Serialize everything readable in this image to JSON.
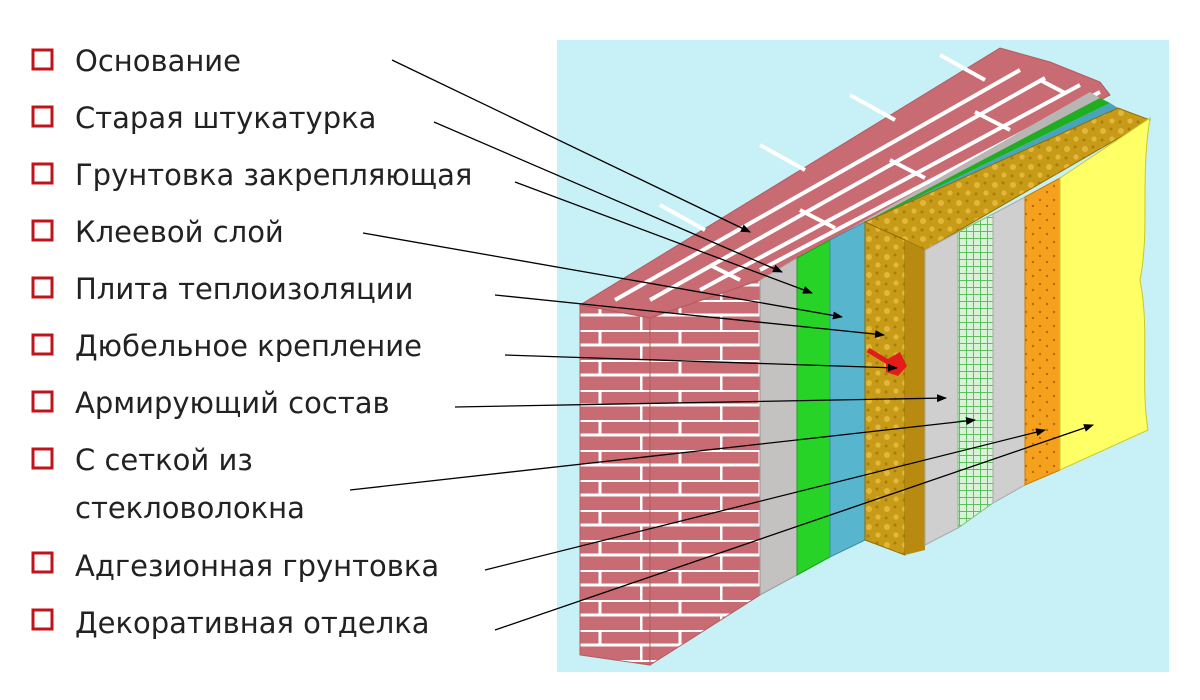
{
  "legend": {
    "items": [
      {
        "lines": [
          "Основание"
        ]
      },
      {
        "lines": [
          "Старая штукатурка"
        ]
      },
      {
        "lines": [
          "Грунтовка закрепляющая"
        ]
      },
      {
        "lines": [
          "Клеевой слой"
        ]
      },
      {
        "lines": [
          "Плита теплоизоляции"
        ]
      },
      {
        "lines": [
          "Дюбельное крепление"
        ]
      },
      {
        "lines": [
          "Армирующий состав"
        ]
      },
      {
        "lines": [
          "С сеткой из",
          "стекловолокна"
        ]
      },
      {
        "lines": [
          "Адгезионная грунтовка"
        ]
      },
      {
        "lines": [
          "Декоративная отделка"
        ]
      }
    ]
  },
  "colors": {
    "background_panel": "#c8f0f7",
    "brick": "#c96b72",
    "mortar": "#ffffff",
    "old_plaster": "#c4c1c1",
    "primer": "#27d327",
    "adhesive": "#58b5ce",
    "insulation": "#c79a17",
    "dowel": "#e21b1b",
    "reinforcing": "#cfcfcf",
    "mesh": "#b9e9b9",
    "adhesion_primer": "#f6a11e",
    "decorative": "#ffff66",
    "checkbox": "#c0141b",
    "leader_line": "#000000"
  }
}
